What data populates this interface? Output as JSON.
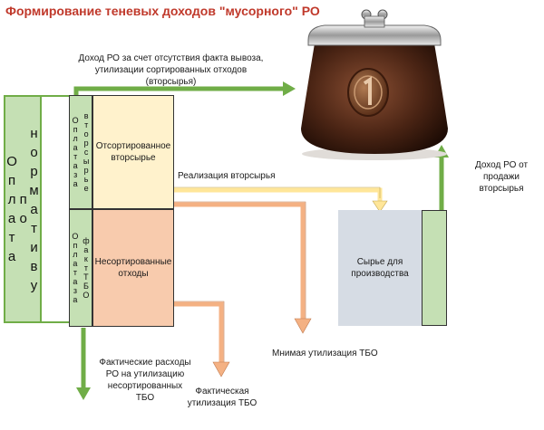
{
  "title": "Формирование теневых доходов \"мусорного\" РО",
  "labels": {
    "income_no_removal": "Доход РО за счет отсутствия  факта вывоза, утилизации сортированных отходов (вторсырья)",
    "income_sale": "Доход РО от продажи вторсырья",
    "sale_recycling": "Реализация вторсырья",
    "fictitious_disposal": "Мнимая утилизация ТБО",
    "actual_disposal": "Фактическая утилизация ТБО",
    "actual_costs": "Фактические расходы РО на утилизацию несортированных ТБО"
  },
  "boxes": {
    "sorted": "Отсортированное вторсырье",
    "unsorted": "Несортированные отходы",
    "raw": "Сырье для производства"
  },
  "vertical": {
    "pay_norm_col1": "Оплата",
    "pay_norm_col2": "по",
    "pay_norm_col3": "нормативу",
    "pay_sec_col1": "Оплата за",
    "pay_sec_col2": "вторсырье",
    "pay_tbo_col1": "Оплата за",
    "pay_tbo_col2": "факт ТБО"
  },
  "colors": {
    "green": "#70ad47",
    "light_green": "#c5e0b4",
    "sorted_fill": "#fff2cc",
    "unsorted_fill": "#f8cbad",
    "gray_box": "#d6dce4",
    "orange_arrow": "#f4b183",
    "yellow_arrow": "#ffe699",
    "title_red": "#c0392b"
  },
  "icons": [
    "wallet-icon",
    "coin-icon"
  ]
}
